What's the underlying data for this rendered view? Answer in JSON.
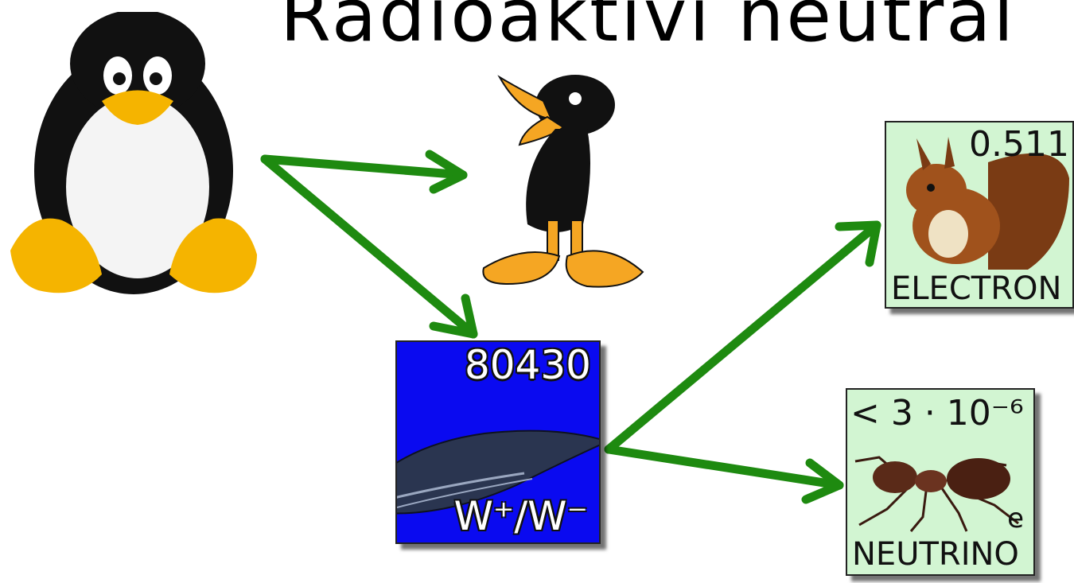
{
  "title": "Radioaktivi neutral",
  "colors": {
    "arrow": "#1e8a10",
    "w_card_bg": "#0a0af0",
    "lepton_card_bg": "#d2f5d2"
  },
  "particles": {
    "w_boson": {
      "mass": "80430",
      "label": "W⁺/W⁻",
      "icon": "whale-icon"
    },
    "electron": {
      "mass": "0.511",
      "label": "ELECTRON",
      "icon": "squirrel-icon"
    },
    "neutrino": {
      "mass": "< 3 · 10⁻⁶",
      "flavor": "e",
      "label": "NEUTRINO",
      "icon": "ant-icon"
    }
  },
  "characters": {
    "parent": {
      "icon": "penguin-icon"
    },
    "daughter": {
      "icon": "duck-icon"
    }
  }
}
